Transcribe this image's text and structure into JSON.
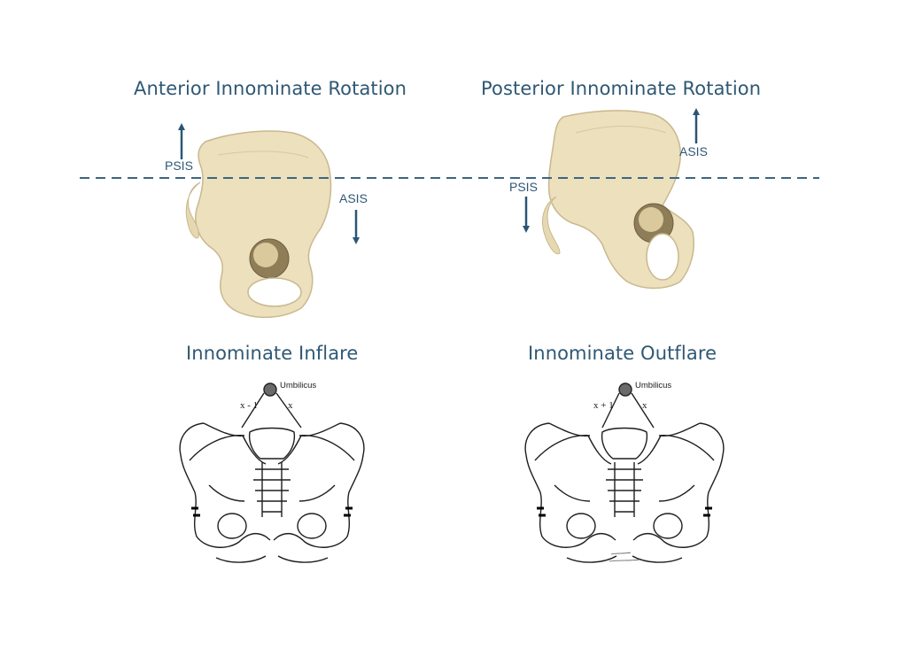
{
  "panels": {
    "anterior": {
      "title": "Anterior Innominate Rotation",
      "psis": "PSIS",
      "asis": "ASIS"
    },
    "posterior": {
      "title": "Posterior Innominate Rotation",
      "psis": "PSIS",
      "asis": "ASIS"
    },
    "inflare": {
      "title": "Innominate Inflare",
      "umbilicus": "Umbilicus",
      "left_dist": "x - 1",
      "right_dist": "x"
    },
    "outflare": {
      "title": "Innominate Outflare",
      "umbilicus": "Umbilicus",
      "left_dist": "x + 1",
      "right_dist": "x"
    }
  },
  "colors": {
    "text": "#2f5874",
    "arrow": "#2a5676",
    "dashed_line": "#3d6581",
    "bone": "#ece0bd",
    "bone_shade": "#c9b88e",
    "sketch": "#1e1e1e"
  }
}
